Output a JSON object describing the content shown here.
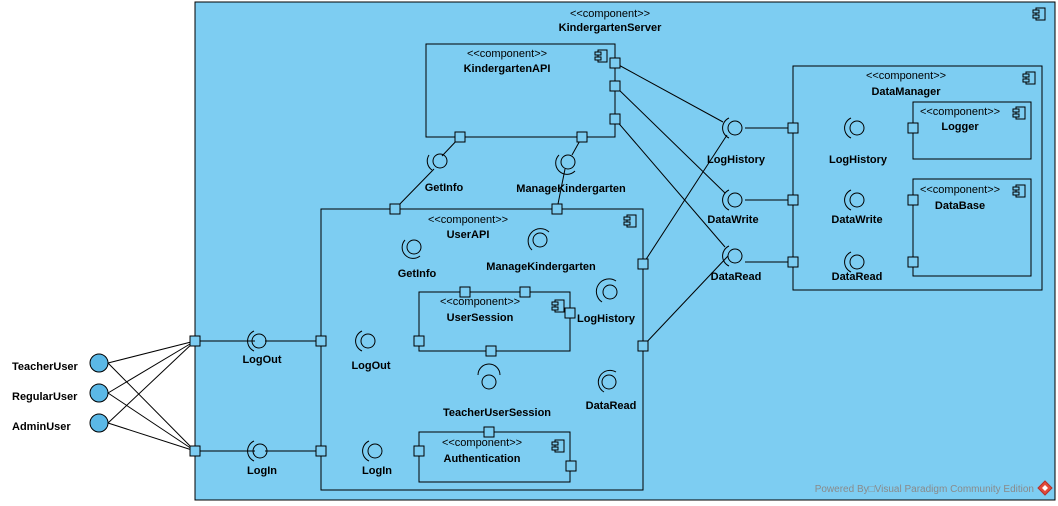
{
  "diagram": {
    "actors": [
      "TeacherUser",
      "RegularUser",
      "AdminUser"
    ],
    "stereotype": "<<component>>",
    "components": {
      "kindergarten_server": "KindergartenServer",
      "kindergarten_api": "KindergartenAPI",
      "data_manager": "DataManager",
      "logger": "Logger",
      "database": "DataBase",
      "user_api": "UserAPI",
      "user_session": "UserSession",
      "authentication": "Authentication"
    },
    "interfaces": {
      "get_info_1": "GetInfo",
      "manage_kindergarten_1": "ManageKindergarten",
      "get_info_2": "GetInfo",
      "manage_kindergarten_2": "ManageKindergarten",
      "log_history_1": "LogHistory",
      "data_write_1": "DataWrite",
      "data_read_1": "DataRead",
      "log_history_2": "LogHistory",
      "data_write_2": "DataWrite",
      "data_read_2": "DataRead",
      "log_history_3": "LogHistory",
      "log_out_1": "LogOut",
      "log_out_2": "LogOut",
      "log_in_1": "LogIn",
      "log_in_2": "LogIn",
      "teacher_user_session": "TeacherUserSession",
      "data_read_3": "DataRead"
    },
    "watermark": "Powered By□Visual Paradigm Community Edition"
  }
}
